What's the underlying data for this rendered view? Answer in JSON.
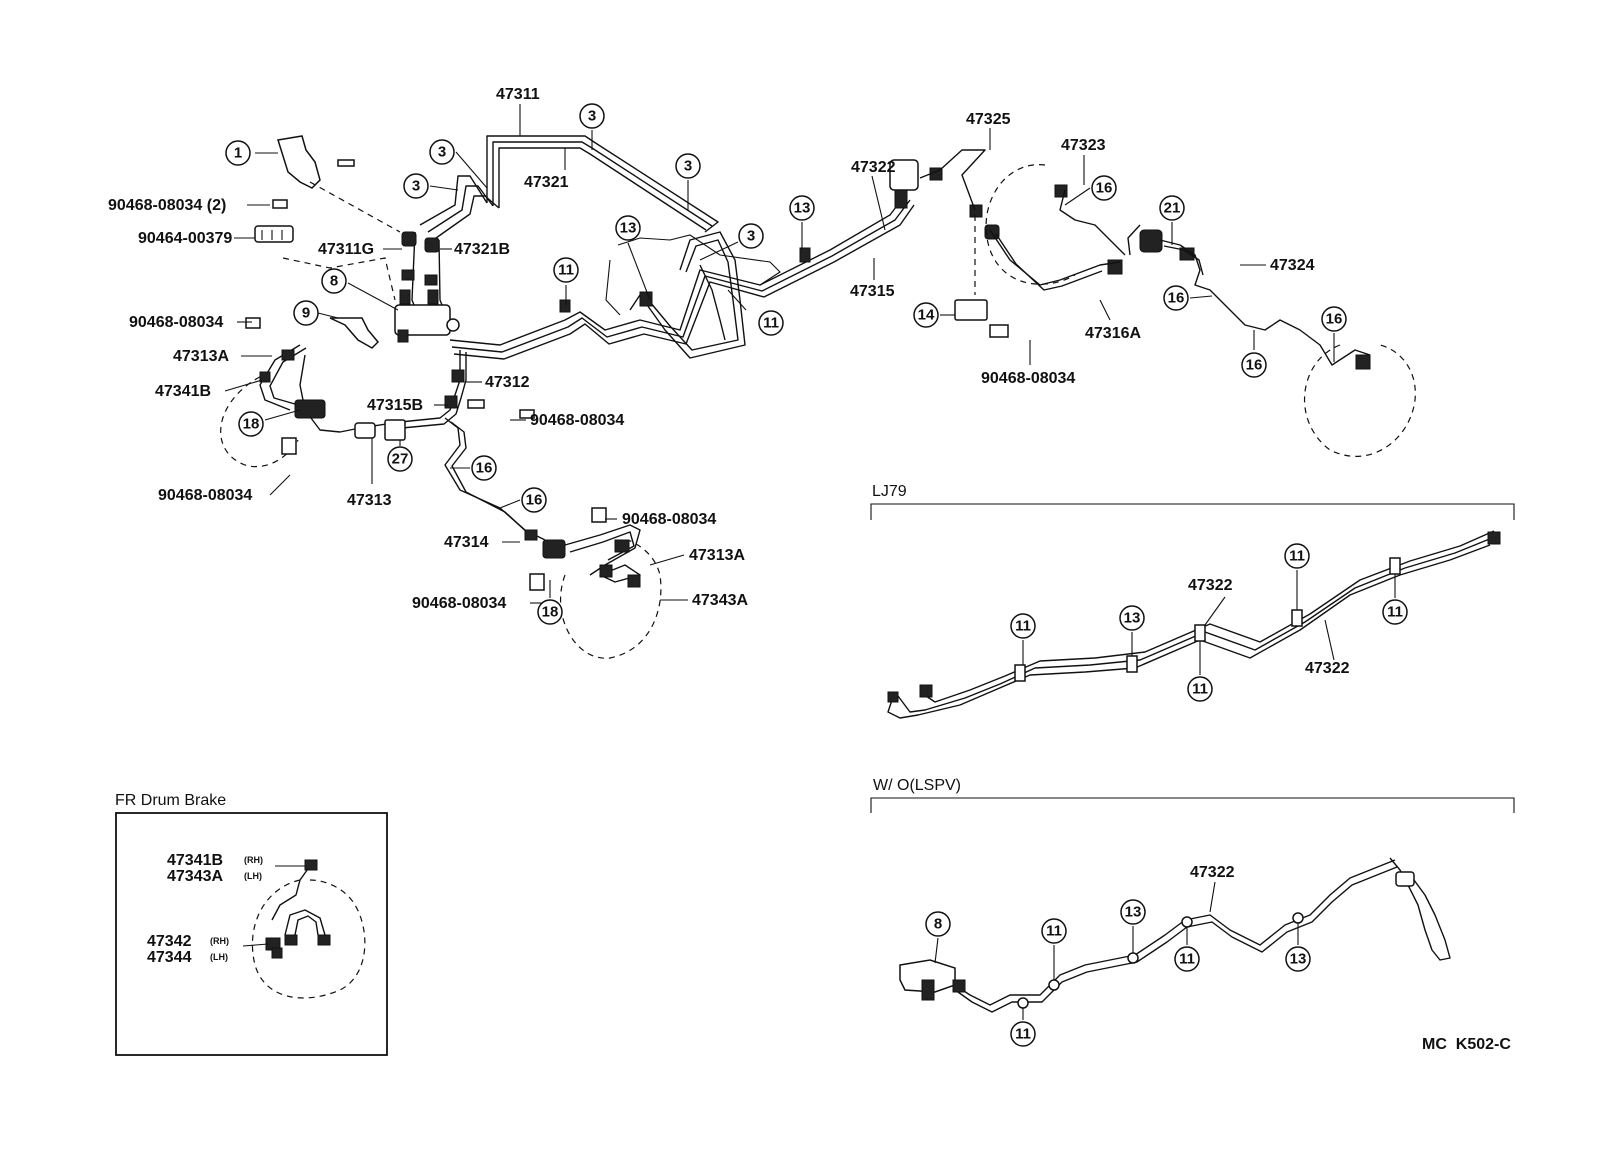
{
  "main": {
    "callouts": {
      "c1": "1",
      "c3a": "3",
      "c3b": "3",
      "c3c": "3",
      "c3d": "3",
      "c3e": "3",
      "c8": "8",
      "c9": "9",
      "c11a": "11",
      "c11b": "11",
      "c13a": "13",
      "c13b": "13",
      "c14": "14",
      "c16a": "16",
      "c16b": "16",
      "c16c": "16",
      "c16d": "16",
      "c16e": "16",
      "c16f": "16",
      "c18a": "18",
      "c18b": "18",
      "c21": "21",
      "c27": "27"
    },
    "labels": {
      "p90468_2": "90468-08034 (2)",
      "p90464": "90464-00379",
      "p47311g": "47311G",
      "p47321b": "47321B",
      "p47311": "47311",
      "p47321": "47321",
      "p90468_a": "90468-08034",
      "p47313a_l": "47313A",
      "p47341b_l": "47341B",
      "p47315b": "47315B",
      "p47312": "47312",
      "p90468_b": "90468-08034",
      "p90468_c": "90468-08034",
      "p47313": "47313",
      "p47314": "47314",
      "p90468_d": "90468-08034",
      "p47313a_r": "47313A",
      "p47343a": "47343A",
      "p90468_e": "90468-08034",
      "p47322": "47322",
      "p47315": "47315",
      "p47325": "47325",
      "p47323": "47323",
      "p47324": "47324",
      "p47316a": "47316A",
      "p90468_f": "90468-08034"
    }
  },
  "lj79": {
    "title": "LJ79",
    "callouts": {
      "a": "11",
      "b": "13",
      "c": "11",
      "d": "11",
      "e": "11"
    },
    "labels": {
      "p47322a": "47322",
      "p47322b": "47322"
    }
  },
  "wo_lspv": {
    "title": "W/ O(LSPV)",
    "callouts": {
      "a": "8",
      "b": "11",
      "c": "13",
      "d": "11",
      "e": "11",
      "f": "13"
    },
    "label": "47322"
  },
  "drum_brake": {
    "title": "FR Drum Brake",
    "l1": "47341B",
    "l1s": "(RH)",
    "l2": "47343A",
    "l2s": "(LH)",
    "l3": "47342",
    "l3s": "(RH)",
    "l4": "47344",
    "l4s": "(LH)"
  },
  "ref_code": "MC  K502-C"
}
